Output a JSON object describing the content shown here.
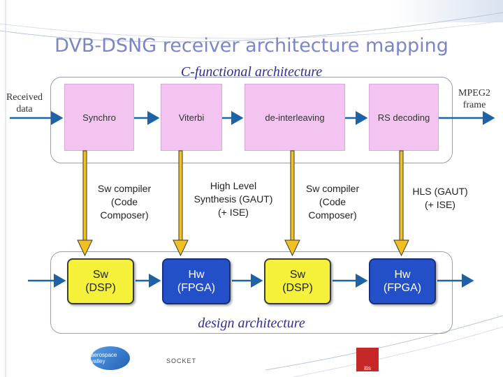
{
  "title": "DVB-DSNG receiver architecture mapping",
  "functional": {
    "label": "C-functional architecture",
    "input_label": "Received\ndata",
    "output_label": "MPEG2\nframe",
    "blocks": [
      "Synchro",
      "Viterbi",
      "de-interleaving",
      "RS decoding"
    ]
  },
  "tools": [
    [
      "Sw compiler",
      "(Code",
      "Composer)"
    ],
    [
      "High Level",
      "Synthesis (GAUT)",
      "(+ ISE)"
    ],
    [
      "Sw compiler",
      "(Code",
      "Composer)"
    ],
    [
      "HLS (GAUT)",
      "(+ ISE)"
    ]
  ],
  "targets": [
    {
      "label": "Sw\n(DSP)",
      "kind": "sw"
    },
    {
      "label": "Hw\n(FPGA)",
      "kind": "hw"
    },
    {
      "label": "Sw\n(DSP)",
      "kind": "sw"
    },
    {
      "label": "Hw\n(FPGA)",
      "kind": "hw"
    }
  ],
  "design_label": "design architecture",
  "logos": {
    "aerospace": "aerospace valley",
    "socket": "SOCKET",
    "red": "itis"
  },
  "colors": {
    "title": "#7a86c8",
    "subtitle": "#2e2e9a",
    "pink_block": "#f3c4ef",
    "arrow_blue": "#1e63a8",
    "mapping_arrow": "#f2c01e",
    "sw_fill": "#f5f03a",
    "hw_fill": "#2350c8"
  }
}
